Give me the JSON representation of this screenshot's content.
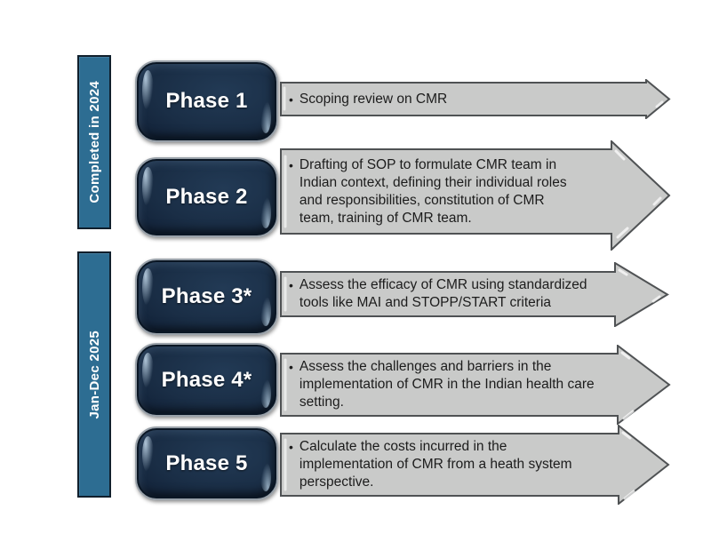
{
  "colors": {
    "timeline_bar": "#2d6d92",
    "timeline_text": "#ffffff",
    "phase_box": "#1a2e46",
    "phase_text": "#ffffff",
    "arrow_fill": "#c9cac9",
    "arrow_border": "#4f5254",
    "arrow_text": "#1c1c1c"
  },
  "bullet_glyph": "•",
  "timeline": [
    {
      "label": "Completed in 2024"
    },
    {
      "label": "Jan-Dec 2025"
    }
  ],
  "phases": [
    {
      "label": "Phase 1"
    },
    {
      "label": "Phase 2"
    },
    {
      "label": "Phase 3*"
    },
    {
      "label": "Phase 4*"
    },
    {
      "label": "Phase 5"
    }
  ],
  "arrows": [
    {
      "text": "Scoping review on CMR"
    },
    {
      "text": "Drafting of SOP to formulate CMR team in\nIndian context, defining their individual roles\nand responsibilities, constitution of CMR\nteam, training of CMR team."
    },
    {
      "text": "Assess the efficacy of CMR using standardized\ntools like MAI and STOPP/START criteria"
    },
    {
      "text": "Assess the challenges and barriers in the\nimplementation of CMR in the Indian health care\nsetting."
    },
    {
      "text": "Calculate the costs incurred in the\nimplementation of CMR from a heath system\nperspective."
    }
  ]
}
